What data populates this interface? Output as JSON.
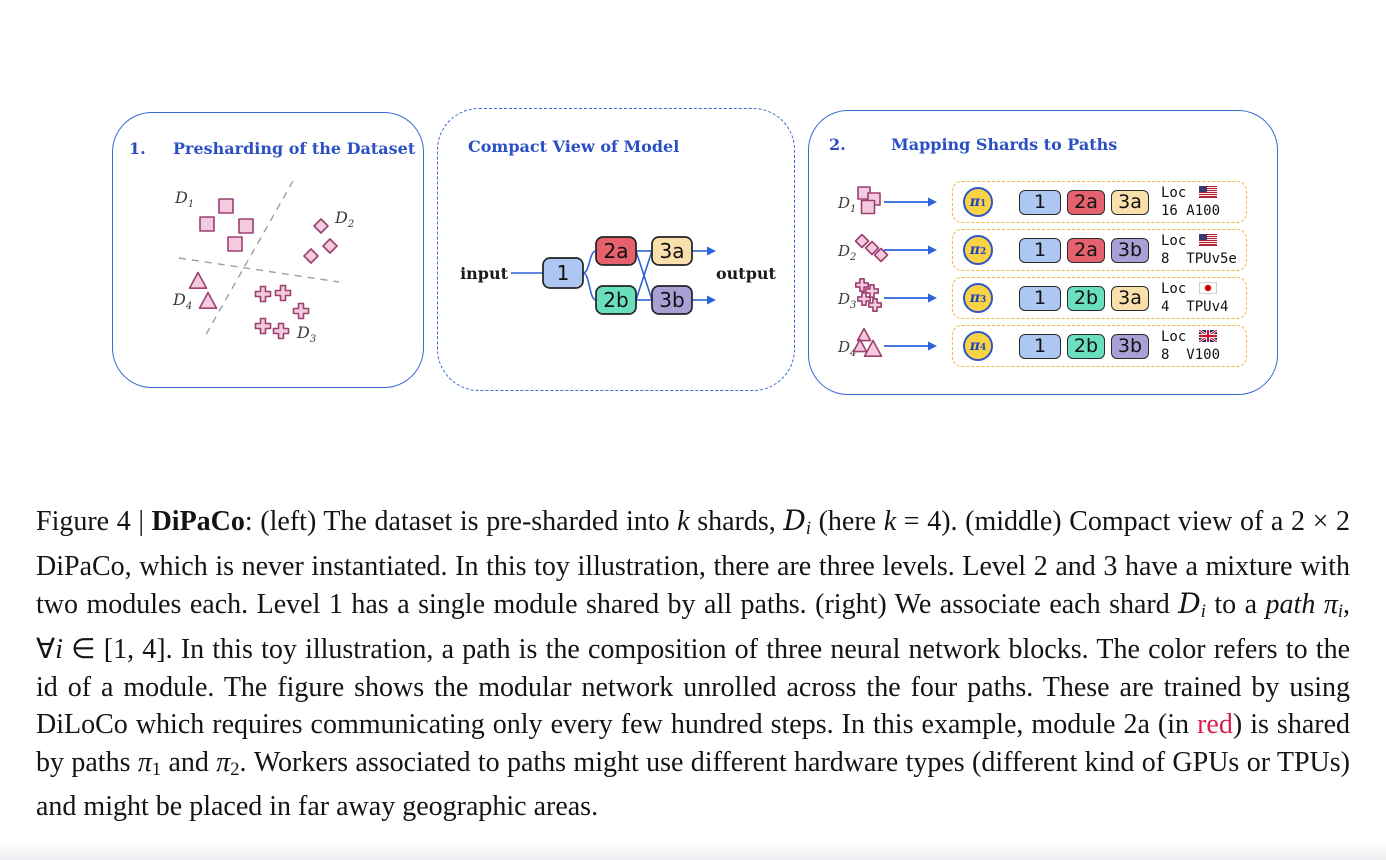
{
  "colors": {
    "panel_border": "#3a6ad4",
    "title_blue": "#2b50c4",
    "arrow_blue": "#2e62d9",
    "row_dash": "#f1b63e",
    "pi_fill": "#f8d444",
    "shard_fill": "#f4cade",
    "shard_stroke": "#9c4070",
    "caption_red": "#d91f4c",
    "blocks": {
      "1": "#aec6f2",
      "2a": "#e6616e",
      "2b": "#69dfbe",
      "3a": "#f8dfac",
      "3b": "#a9a0d6"
    }
  },
  "panels": {
    "presharding": {
      "number": "1.",
      "title": "Presharding of the Dataset",
      "clusters": [
        {
          "symbol": "D",
          "sub": "1",
          "shape": "square"
        },
        {
          "symbol": "D",
          "sub": "2",
          "shape": "diamond"
        },
        {
          "symbol": "D",
          "sub": "3",
          "shape": "cross"
        },
        {
          "symbol": "D",
          "sub": "4",
          "shape": "triangle"
        }
      ]
    },
    "model": {
      "title": "Compact View of Model",
      "input_label": "input",
      "output_label": "output",
      "blocks": {
        "b1": "1",
        "b2a": "2a",
        "b2b": "2b",
        "b3a": "3a",
        "b3b": "3b"
      }
    },
    "mapping": {
      "number": "2.",
      "title": "Mapping Shards to Paths",
      "rows": [
        {
          "shard": {
            "symbol": "D",
            "sub": "1",
            "shape": "square"
          },
          "path_symbol": "π",
          "path_sub": "1",
          "blocks": [
            "1",
            "2a",
            "3a"
          ],
          "loc_label": "Loc",
          "flag": "us",
          "hardware": "16 A100"
        },
        {
          "shard": {
            "symbol": "D",
            "sub": "2",
            "shape": "diamond"
          },
          "path_symbol": "π",
          "path_sub": "2",
          "blocks": [
            "1",
            "2a",
            "3b"
          ],
          "loc_label": "Loc",
          "flag": "us",
          "hardware": "8  TPUv5e"
        },
        {
          "shard": {
            "symbol": "D",
            "sub": "3",
            "shape": "cross"
          },
          "path_symbol": "π",
          "path_sub": "3",
          "blocks": [
            "1",
            "2b",
            "3a"
          ],
          "loc_label": "Loc",
          "flag": "jp",
          "hardware": "4  TPUv4"
        },
        {
          "shard": {
            "symbol": "D",
            "sub": "4",
            "shape": "triangle"
          },
          "path_symbol": "π",
          "path_sub": "4",
          "blocks": [
            "1",
            "2b",
            "3b"
          ],
          "loc_label": "Loc",
          "flag": "uk",
          "hardware": "8  V100"
        }
      ]
    }
  },
  "caption": {
    "segments": [
      {
        "t": "Figure 4 | ",
        "s": "n"
      },
      {
        "t": "DiPaCo",
        "s": "b"
      },
      {
        "t": ": (left) The dataset is pre-sharded into ",
        "s": "n"
      },
      {
        "t": "k",
        "s": "i"
      },
      {
        "t": " shards, ",
        "s": "n"
      },
      {
        "t": "D",
        "s": "sc"
      },
      {
        "t": "i",
        "s": "isub"
      },
      {
        "t": " (here ",
        "s": "n"
      },
      {
        "t": "k",
        "s": "i"
      },
      {
        "t": " = 4). (middle) Compact view of a 2 × 2 DiPaCo, which is never instantiated. In this toy illustration, there are three levels. Level 2 and 3 have a mixture with two modules each. Level 1 has a single module shared by all paths. (right) We associate each shard ",
        "s": "n"
      },
      {
        "t": "D",
        "s": "sc"
      },
      {
        "t": "i",
        "s": "isub"
      },
      {
        "t": " to a ",
        "s": "n"
      },
      {
        "t": "path",
        "s": "i"
      },
      {
        "t": " ",
        "s": "n"
      },
      {
        "t": "π",
        "s": "i"
      },
      {
        "t": "i",
        "s": "isub"
      },
      {
        "t": ", ∀",
        "s": "n"
      },
      {
        "t": "i",
        "s": "i"
      },
      {
        "t": " ∈ [1, 4]. In this toy illustration, a path is the composition of three neural network blocks. The color refers to the id of a module. The figure shows the modular network unrolled across the four paths. These are trained by using DiLoCo which requires communicating only every few hundred steps. In this example, module 2a (in ",
        "s": "n"
      },
      {
        "t": "red",
        "s": "r"
      },
      {
        "t": ") is shared by paths ",
        "s": "n"
      },
      {
        "t": "π",
        "s": "i"
      },
      {
        "t": "1",
        "s": "sub"
      },
      {
        "t": " and ",
        "s": "n"
      },
      {
        "t": "π",
        "s": "i"
      },
      {
        "t": "2",
        "s": "sub"
      },
      {
        "t": ". Workers associated to paths might use different hardware types (different kind of GPUs or TPUs) and might be placed in far away geographic areas.",
        "s": "n"
      }
    ]
  }
}
